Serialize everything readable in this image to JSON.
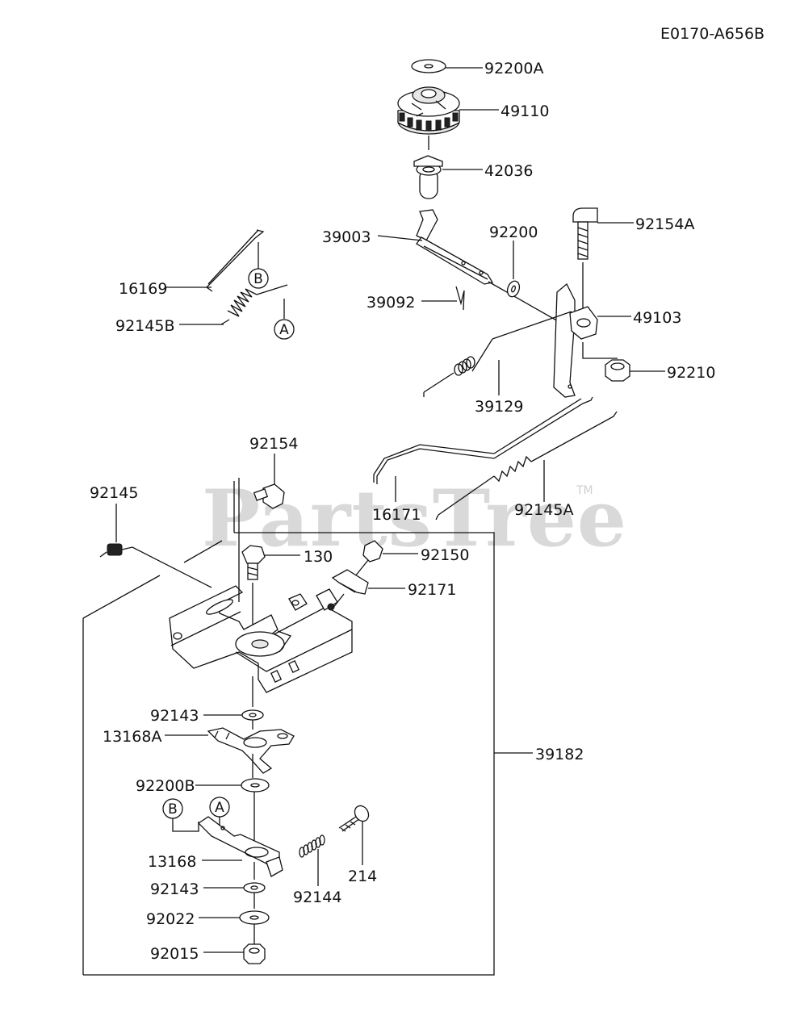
{
  "diagram_code": "E0170-A656B",
  "watermark": "PartsTree",
  "watermark_tm": "TM",
  "parts": {
    "p92200A": "92200A",
    "p49110": "49110",
    "p42036": "42036",
    "p39003": "39003",
    "p92200": "92200",
    "p92154A": "92154A",
    "p16169": "16169",
    "p39092": "39092",
    "p49103": "49103",
    "p92145B": "92145B",
    "p92210": "92210",
    "p39129": "39129",
    "p92154": "92154",
    "p92145": "92145",
    "p16171": "16171",
    "p92145A": "92145A",
    "p130": "130",
    "p92150": "92150",
    "p92171": "92171",
    "p92143a": "92143",
    "p13168A": "13168A",
    "p39182": "39182",
    "p92200B": "92200B",
    "p13168": "13168",
    "p214": "214",
    "p92143b": "92143",
    "p92144": "92144",
    "p92022": "92022",
    "p92015": "92015"
  },
  "refs": {
    "a_top": "A",
    "b_top": "B",
    "a_bottom": "A",
    "b_bottom": "B"
  }
}
